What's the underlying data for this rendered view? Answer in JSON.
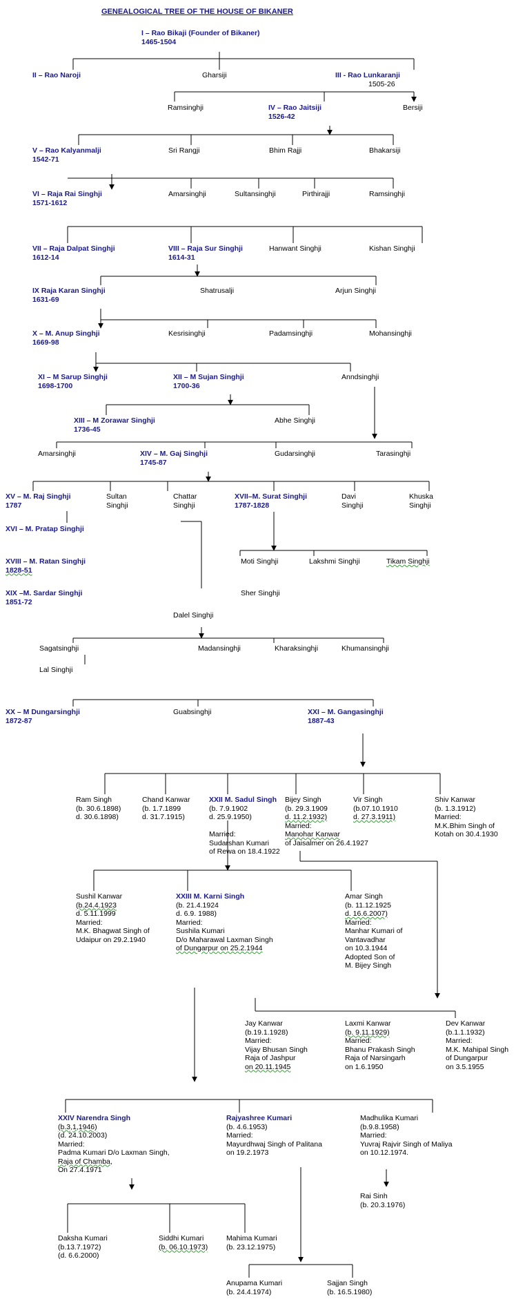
{
  "title": "GENEALOGICAL TREE OF THE HOUSE OF BIKANER",
  "colors": {
    "ruler": "#1a1a8c",
    "text": "#000000",
    "lines": "#000000"
  },
  "nodes": [
    {
      "id": "bikaji",
      "ruler": true,
      "lines": [
        "I – Rao Bikaji (Founder of Bikaner)",
        "1465-1504"
      ]
    },
    {
      "id": "naroji",
      "ruler": true,
      "lines": [
        "II – Rao Naroji"
      ]
    },
    {
      "id": "gharsiji",
      "lines": [
        "Gharsiji"
      ]
    },
    {
      "id": "lunkaranji",
      "ruler": true,
      "lines": [
        "III - Rao Lunkaranji"
      ]
    },
    {
      "id": "lunkaranji-years",
      "lines": [
        "1505-26"
      ]
    },
    {
      "id": "ramsinghji-1",
      "lines": [
        "Ramsinghji"
      ]
    },
    {
      "id": "jaitsiji",
      "ruler": true,
      "lines": [
        "IV – Rao Jaitsiji",
        "1526-42"
      ]
    },
    {
      "id": "bersiji",
      "lines": [
        "Bersiji"
      ]
    },
    {
      "id": "kalyanmalji",
      "ruler": true,
      "lines": [
        "V – Rao Kalyanmalji",
        "1542-71"
      ]
    },
    {
      "id": "sri-rangji",
      "lines": [
        "Sri Rangji"
      ]
    },
    {
      "id": "bhim-rajji",
      "lines": [
        "Bhim Rajji"
      ]
    },
    {
      "id": "bhakarsiji",
      "lines": [
        "Bhakarsiji"
      ]
    },
    {
      "id": "rai-singhji",
      "ruler": true,
      "lines": [
        "VI – Raja Rai Singhji",
        "1571-1612"
      ]
    },
    {
      "id": "amarsinghji-1",
      "lines": [
        "Amarsinghji"
      ]
    },
    {
      "id": "sultansinghji",
      "lines": [
        "Sultansinghji"
      ]
    },
    {
      "id": "pirthirajji",
      "lines": [
        "Pirthirajji"
      ]
    },
    {
      "id": "ramsinghji-2",
      "lines": [
        "Ramsinghji"
      ]
    },
    {
      "id": "dalpat-singhji",
      "ruler": true,
      "lines": [
        "VII – Raja Dalpat Singhji",
        "1612-14"
      ]
    },
    {
      "id": "sur-singhji",
      "ruler": true,
      "lines": [
        "VIII – Raja Sur Singhji",
        "1614-31"
      ]
    },
    {
      "id": "hanwant-singhji",
      "lines": [
        "Hanwant Singhji"
      ]
    },
    {
      "id": "kishan-singhji",
      "lines": [
        "Kishan Singhji"
      ]
    },
    {
      "id": "karan-singhji",
      "ruler": true,
      "lines": [
        "IX Raja Karan Singhji",
        "1631-69"
      ]
    },
    {
      "id": "shatrusalji",
      "lines": [
        "Shatrusalji"
      ]
    },
    {
      "id": "arjun-singhji",
      "lines": [
        "Arjun Singhji"
      ]
    },
    {
      "id": "anup-singhji",
      "ruler": true,
      "lines": [
        "X – M. Anup Singhji",
        "1669-98"
      ]
    },
    {
      "id": "kesrisinghji",
      "lines": [
        "Kesrisinghji"
      ]
    },
    {
      "id": "padamsinghji",
      "lines": [
        "Padamsinghji"
      ]
    },
    {
      "id": "mohansinghji",
      "lines": [
        "Mohansinghji"
      ]
    },
    {
      "id": "sarup-singhji",
      "ruler": true,
      "lines": [
        "XI – M Sarup Singhji",
        "1698-1700"
      ]
    },
    {
      "id": "sujan-singhji",
      "ruler": true,
      "lines": [
        "XII – M Sujan Singhji",
        "1700-36"
      ]
    },
    {
      "id": "anndsinghji",
      "lines": [
        "Anndsinghji"
      ]
    },
    {
      "id": "zorawar-singhji",
      "ruler": true,
      "lines": [
        "XIII – M Zorawar Singhji",
        "1736-45"
      ]
    },
    {
      "id": "abhe-singhji",
      "lines": [
        "Abhe Singhji"
      ]
    },
    {
      "id": "amarsinghji-2",
      "lines": [
        "Amarsinghji"
      ]
    },
    {
      "id": "gaj-singhji",
      "ruler": true,
      "lines": [
        "XIV – M. Gaj Singhji",
        "1745-87"
      ]
    },
    {
      "id": "gudarsinghji",
      "lines": [
        "Gudarsinghji"
      ]
    },
    {
      "id": "tarasinghji",
      "lines": [
        "Tarasinghji"
      ]
    },
    {
      "id": "raj-singhji",
      "ruler": true,
      "lines": [
        "XV – M. Raj Singhji",
        "1787"
      ]
    },
    {
      "id": "sultan-singhji",
      "lines": [
        "Sultan",
        "Singhji"
      ]
    },
    {
      "id": "chattar-singhji",
      "lines": [
        "Chattar",
        "Singhji"
      ]
    },
    {
      "id": "surat-singhji",
      "ruler": true,
      "lines": [
        "XVII–M. Surat Singhji",
        "1787-1828"
      ]
    },
    {
      "id": "davi-singhji",
      "lines": [
        "Davi",
        "Singhji"
      ]
    },
    {
      "id": "khuska-singhji",
      "lines": [
        "Khuska",
        "Singhji"
      ]
    },
    {
      "id": "pratap-singhji",
      "ruler": true,
      "lines": [
        "XVI – M. Pratap Singhji"
      ]
    },
    {
      "id": "ratan-singhji",
      "ruler": true,
      "lines": [
        "XVIII – M. Ratan Singhji",
        "1828-51"
      ]
    },
    {
      "id": "moti-singhji",
      "lines": [
        "Moti Singhji"
      ]
    },
    {
      "id": "lakshmi-singhji",
      "lines": [
        "Lakshmi Singhji"
      ]
    },
    {
      "id": "tikam-singhji",
      "lines": [
        "Tikam Singhji"
      ]
    },
    {
      "id": "sardar-singhji",
      "ruler": true,
      "lines": [
        "XIX –M. Sardar Singhji",
        "1851-72"
      ]
    },
    {
      "id": "sher-singhji",
      "lines": [
        "Sher Singhji"
      ]
    },
    {
      "id": "dalel-singhji",
      "lines": [
        "Dalel Singhji"
      ]
    },
    {
      "id": "sagatsinghji",
      "lines": [
        "Sagatsinghji"
      ]
    },
    {
      "id": "madansinghji",
      "lines": [
        "Madansinghji"
      ]
    },
    {
      "id": "kharaksinghji",
      "lines": [
        "Kharaksinghji"
      ]
    },
    {
      "id": "khumansinghji",
      "lines": [
        "Khumansinghji"
      ]
    },
    {
      "id": "lal-singhji",
      "lines": [
        "Lal Singhji"
      ]
    },
    {
      "id": "dungarsinghji",
      "ruler": true,
      "lines": [
        "XX – M Dungarsinghji",
        "1872-87"
      ]
    },
    {
      "id": "guabsinghji",
      "lines": [
        "Guabsinghji"
      ]
    },
    {
      "id": "gangasinghji",
      "ruler": true,
      "lines": [
        "XXI – M. Gangasinghji",
        "1887-43"
      ]
    },
    {
      "id": "ram-singh",
      "lines": [
        "Ram Singh",
        "(b. 30.6.1898)",
        "d. 30.6.1898)"
      ]
    },
    {
      "id": "chand-kanwar",
      "lines": [
        "Chand Kanwar",
        "(b. 1.7.1899",
        "d. 31.7.1915)"
      ]
    },
    {
      "id": "sadul-singh",
      "firstRuler": true,
      "lines": [
        "XXII M. Sadul Singh",
        "(b. 7.9.1902",
        "d. 25.9.1950)",
        "",
        "Married:",
        "Sudarshan Kumari",
        "of Rewa on 18.4.1922"
      ]
    },
    {
      "id": "bijey-singh",
      "lines": [
        "Bijey Singh",
        "(b. 29.3.1909",
        "d. 11.2.1932)",
        "Married:",
        "Manohar Kanwar",
        "of Jaisalmer on 26.4.1927"
      ]
    },
    {
      "id": "vir-singh",
      "lines": [
        "Vir Singh",
        "(b.07.10.1910",
        "d. 27.3.1911)"
      ]
    },
    {
      "id": "shiv-kanwar",
      "lines": [
        "Shiv Kanwar",
        "(b. 1.3.1912)",
        "Married:",
        "M.K.Bhim Singh of",
        "Kotah on 30.4.1930"
      ]
    },
    {
      "id": "sushil-kanwar",
      "lines": [
        "Sushil Kanwar",
        "(b.24.4.1923",
        "d. 5.11.1999",
        "Married:",
        "M.K. Bhagwat Singh of",
        "Udaipur on 29.2.1940"
      ]
    },
    {
      "id": "karni-singh",
      "firstRuler": true,
      "lines": [
        "XXIII M. Karni Singh",
        "(b. 21.4.1924",
        "d. 6.9. 1988)",
        "Married:",
        "Sushila Kumari",
        "D/o Maharawal Laxman Singh",
        "of Dungarpur on 25.2.1944"
      ]
    },
    {
      "id": "amar-singh",
      "lines": [
        "Amar Singh",
        "(b. 11.12.1925",
        "d. 16.6.2007)",
        "Married:",
        "Manhar Kumari of",
        "Vantavadhar",
        "on 10.3.1944",
        "Adopted Son of",
        "M. Bijey Singh"
      ]
    },
    {
      "id": "jay-kanwar",
      "lines": [
        "Jay Kanwar",
        "(b.19.1.1928)",
        "Married:",
        "Vijay Bhusan Singh",
        "Raja of Jashpur",
        "on 20.11.1945"
      ]
    },
    {
      "id": "laxmi-kanwar",
      "lines": [
        "Laxmi Kanwar",
        "(b. 9.11.1929)",
        "Married:",
        "Bhanu Prakash Singh",
        "Raja of Narsingarh",
        "on 1.6.1950"
      ]
    },
    {
      "id": "dev-kanwar",
      "lines": [
        "Dev Kanwar",
        "(b.1.1.1932)",
        "Married:",
        "M.K. Mahipal Singh",
        "of Dungarpur",
        "on 3.5.1955"
      ]
    },
    {
      "id": "narendra-singh",
      "firstRuler": true,
      "lines": [
        "XXIV Narendra Singh",
        "(b.3,1,1946)",
        "(d. 24.10.2003)",
        "Married:",
        "Padma Kumari D/o Laxman Singh,",
        "Raja of Chamba,",
        "On 27.4.1971"
      ]
    },
    {
      "id": "rajyashree-kumari",
      "firstRuler": true,
      "lines": [
        "Rajyashree Kumari",
        "(b. 4.6.1953)",
        "Married:",
        "Mayurdhwaj Singh of Palitana",
        "on 19.2.1973"
      ]
    },
    {
      "id": "madhulika-kumari",
      "lines": [
        "Madhulika Kumari",
        "(b.9.8.1958)",
        "Married:",
        "Yuvraj Rajvir Singh of Maliya",
        "on 10.12.1974."
      ]
    },
    {
      "id": "rai-sinh",
      "lines": [
        "Rai Sinh",
        "(b. 20.3.1976)"
      ]
    },
    {
      "id": "daksha-kumari",
      "lines": [
        "Daksha Kumari",
        "(b.13.7.1972)",
        "(d. 6.6.2000)"
      ]
    },
    {
      "id": "siddhi-kumari",
      "lines": [
        "Siddhi Kumari",
        "(b. 06.10.1973)"
      ]
    },
    {
      "id": "mahima-kumari",
      "lines": [
        "Mahima Kumari",
        "(b. 23.12.1975)"
      ]
    },
    {
      "id": "anupama-kumari",
      "lines": [
        "Anupama Kumari",
        "(b. 24.4.1974)"
      ]
    },
    {
      "id": "sajjan-singh",
      "lines": [
        "Sajjan Singh",
        "(b. 16.5.1980)"
      ]
    }
  ]
}
